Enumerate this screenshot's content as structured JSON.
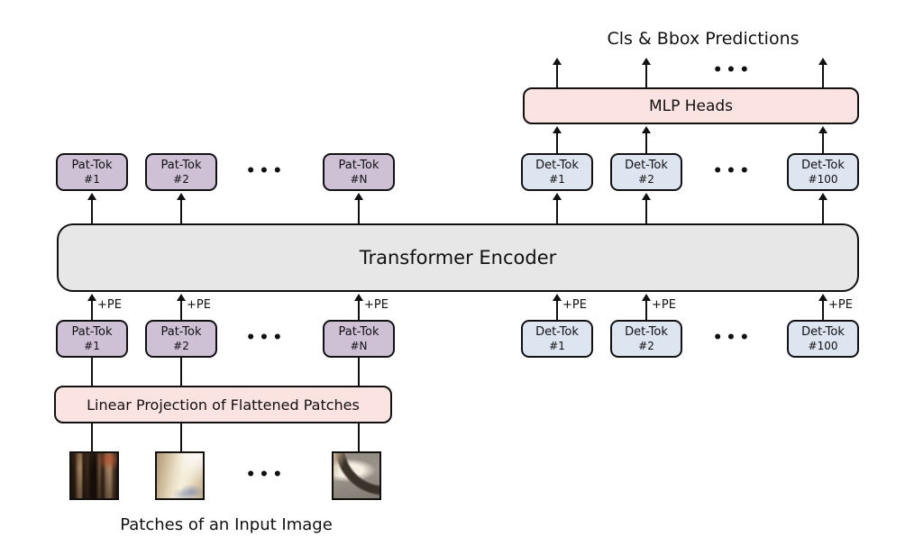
{
  "diagram": {
    "predictions_label": "Cls & Bbox Predictions",
    "mlp_heads_label": "MLP Heads",
    "encoder_label": "Transformer Encoder",
    "linear_projection_label": "Linear Projection of Flattened Patches",
    "patches_caption": "Patches of an Input Image",
    "pe_label": "+PE",
    "ellipsis": "•••"
  },
  "tokens": {
    "top_pat": [
      {
        "line1": "Pat-Tok",
        "line2": "#1"
      },
      {
        "line1": "Pat-Tok",
        "line2": "#2"
      },
      {
        "line1": "Pat-Tok",
        "line2": "#N"
      }
    ],
    "top_det": [
      {
        "line1": "Det-Tok",
        "line2": "#1"
      },
      {
        "line1": "Det-Tok",
        "line2": "#2"
      },
      {
        "line1": "Det-Tok",
        "line2": "#100"
      }
    ],
    "bottom_pat": [
      {
        "line1": "Pat-Tok",
        "line2": "#1"
      },
      {
        "line1": "Pat-Tok",
        "line2": "#2"
      },
      {
        "line1": "Pat-Tok",
        "line2": "#N"
      }
    ],
    "bottom_det": [
      {
        "line1": "Det-Tok",
        "line2": "#1"
      },
      {
        "line1": "Det-Tok",
        "line2": "#2"
      },
      {
        "line1": "Det-Tok",
        "line2": "#100"
      }
    ]
  },
  "colors": {
    "pat_token_fill": "#cec1d6",
    "det_token_fill": "#dde5f0",
    "head_fill": "#fae3e1",
    "encoder_fill": "#e7e7e7",
    "stroke": "#111111"
  }
}
